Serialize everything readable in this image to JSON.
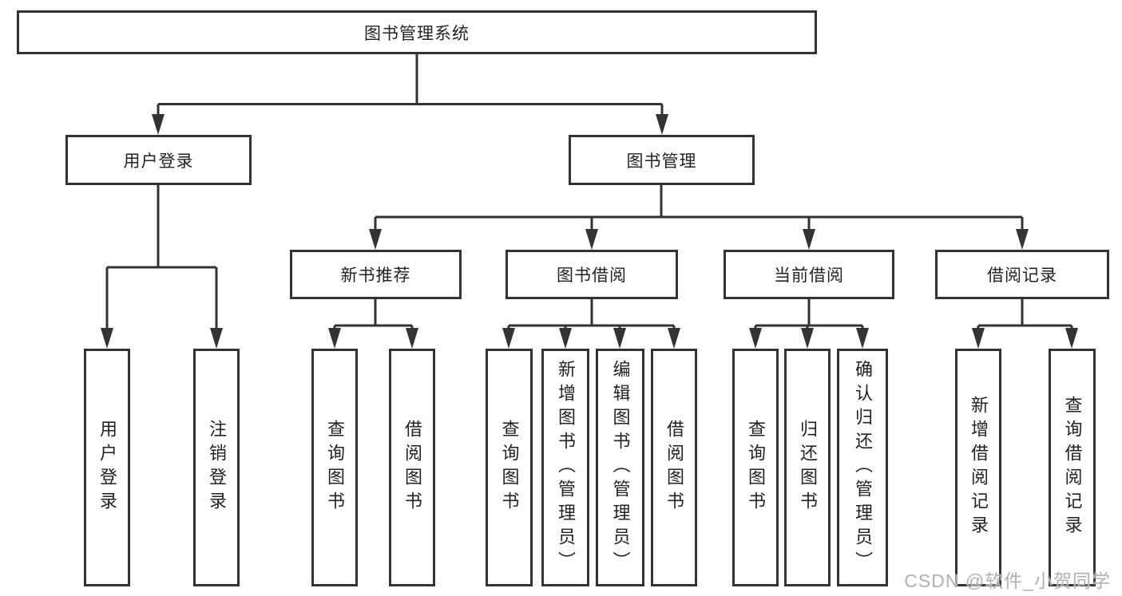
{
  "diagram": {
    "title_note": "functional structure chart of a library management system",
    "root": {
      "label": "图书管理系统"
    },
    "branches": [
      {
        "label": "用户登录",
        "children": [
          {
            "label": "用户登录"
          },
          {
            "label": "注销登录"
          }
        ]
      },
      {
        "label": "图书管理",
        "children": [
          {
            "label": "新书推荐",
            "children": [
              {
                "label": "查询图书"
              },
              {
                "label": "借阅图书"
              }
            ]
          },
          {
            "label": "图书借阅",
            "children": [
              {
                "label": "查询图书"
              },
              {
                "label": "新增图书（管理员）"
              },
              {
                "label": "编辑图书（管理员）"
              },
              {
                "label": "借阅图书"
              }
            ]
          },
          {
            "label": "当前借阅",
            "children": [
              {
                "label": "查询图书"
              },
              {
                "label": "归还图书"
              },
              {
                "label": "确认归还（管理员）"
              }
            ]
          },
          {
            "label": "借阅记录",
            "children": [
              {
                "label": "新增借阅记录"
              },
              {
                "label": "查询借阅记录"
              }
            ]
          }
        ]
      }
    ]
  },
  "watermark": {
    "text": "CSDN @软件_小贺同学"
  },
  "colors": {
    "line": "#333333",
    "box_border": "#333333",
    "box_fill": "#ffffff",
    "text": "#222222",
    "watermark": "#b0b0b0",
    "background": "#ffffff"
  }
}
